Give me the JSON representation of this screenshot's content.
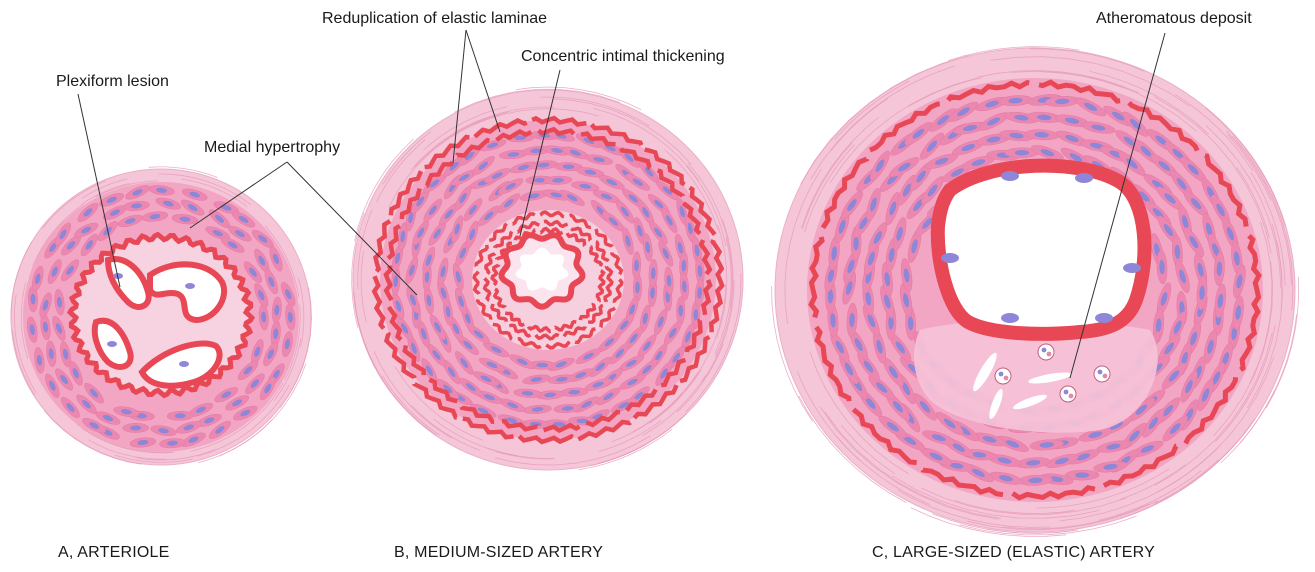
{
  "labels": {
    "plexiform": "Plexiform lesion",
    "medial": "Medial hypertrophy",
    "reduplication": "Reduplication of elastic laminae",
    "concentric": "Concentric intimal thickening",
    "atheromatous": "Atheromatous deposit"
  },
  "captions": {
    "a": "A, ARTERIOLE",
    "b": "B, MEDIUM-SIZED  ARTERY",
    "c": "C, LARGE-SIZED (ELASTIC) ARTERY"
  },
  "colors": {
    "background": "#ffffff",
    "adventitia": "#f4c6d8",
    "media": "#f2a6c4",
    "smooth_muscle": "#ec88b0",
    "nucleus": "#8e86d6",
    "elastic_lamina": "#e84855",
    "lumen": "#ffffff",
    "leader_line": "#333333"
  }
}
